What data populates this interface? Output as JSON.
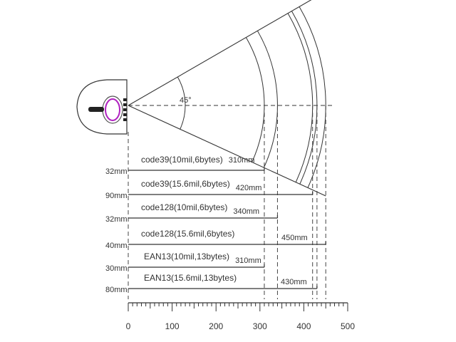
{
  "scanner": {
    "angle_label": "45°",
    "ring_color": "#b020c0"
  },
  "axis": {
    "min": 0,
    "max": 500,
    "major_step": 100,
    "minor_step": 10,
    "tick_labels": [
      "0",
      "100",
      "200",
      "300",
      "400",
      "500"
    ]
  },
  "ranges": [
    {
      "symbology": "code39(10mil,6bytes)",
      "max_label": "310mm",
      "min_label": "32mm",
      "max_mm": 310
    },
    {
      "symbology": "code39(15.6mil,6bytes)",
      "max_label": "420mm",
      "min_label": "90mm",
      "max_mm": 420
    },
    {
      "symbology": "code128(10mil,6bytes)",
      "max_label": "340mm",
      "min_label": "32mm",
      "max_mm": 340
    },
    {
      "symbology": "code128(15.6mil,6bytes)",
      "max_label": "450mm",
      "min_label": "40mm",
      "max_mm": 450
    },
    {
      "symbology": "EAN13(10mil,13bytes)",
      "max_label": "310mm",
      "min_label": "30mm",
      "max_mm": 310
    },
    {
      "symbology": "EAN13(15.6mil,13bytes)",
      "max_label": "430mm",
      "min_label": "80mm",
      "max_mm": 430
    }
  ]
}
